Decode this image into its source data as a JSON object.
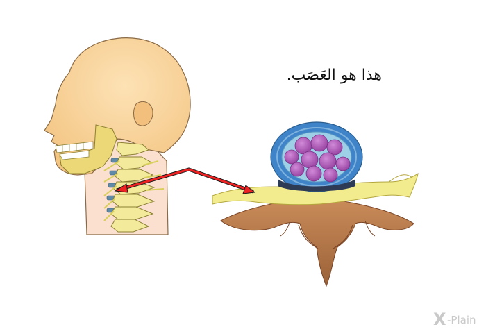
{
  "caption": "هذا هو العَصَب.",
  "logo": {
    "mark": "X",
    "text": "-Plain"
  },
  "colors": {
    "skin": "#f7cf95",
    "skin_outline": "#8a6a45",
    "neck_bg": "#fbe0cf",
    "bone": "#f3ea9c",
    "bone_outline": "#8b8032",
    "disc": "#5f8aa8",
    "nerve": "#f2ec8e",
    "arrow": "#ee2222",
    "disc_outer": "#3f84c8",
    "disc_inner": "#9dcfe6",
    "nucleus": "#a24fb1",
    "vertebra": "#b4784b",
    "vertebra_dark": "#8c5634"
  },
  "icons": [
    "head-anatomy-icon",
    "spinal-cross-section-icon",
    "pointer-arrow-icon"
  ]
}
